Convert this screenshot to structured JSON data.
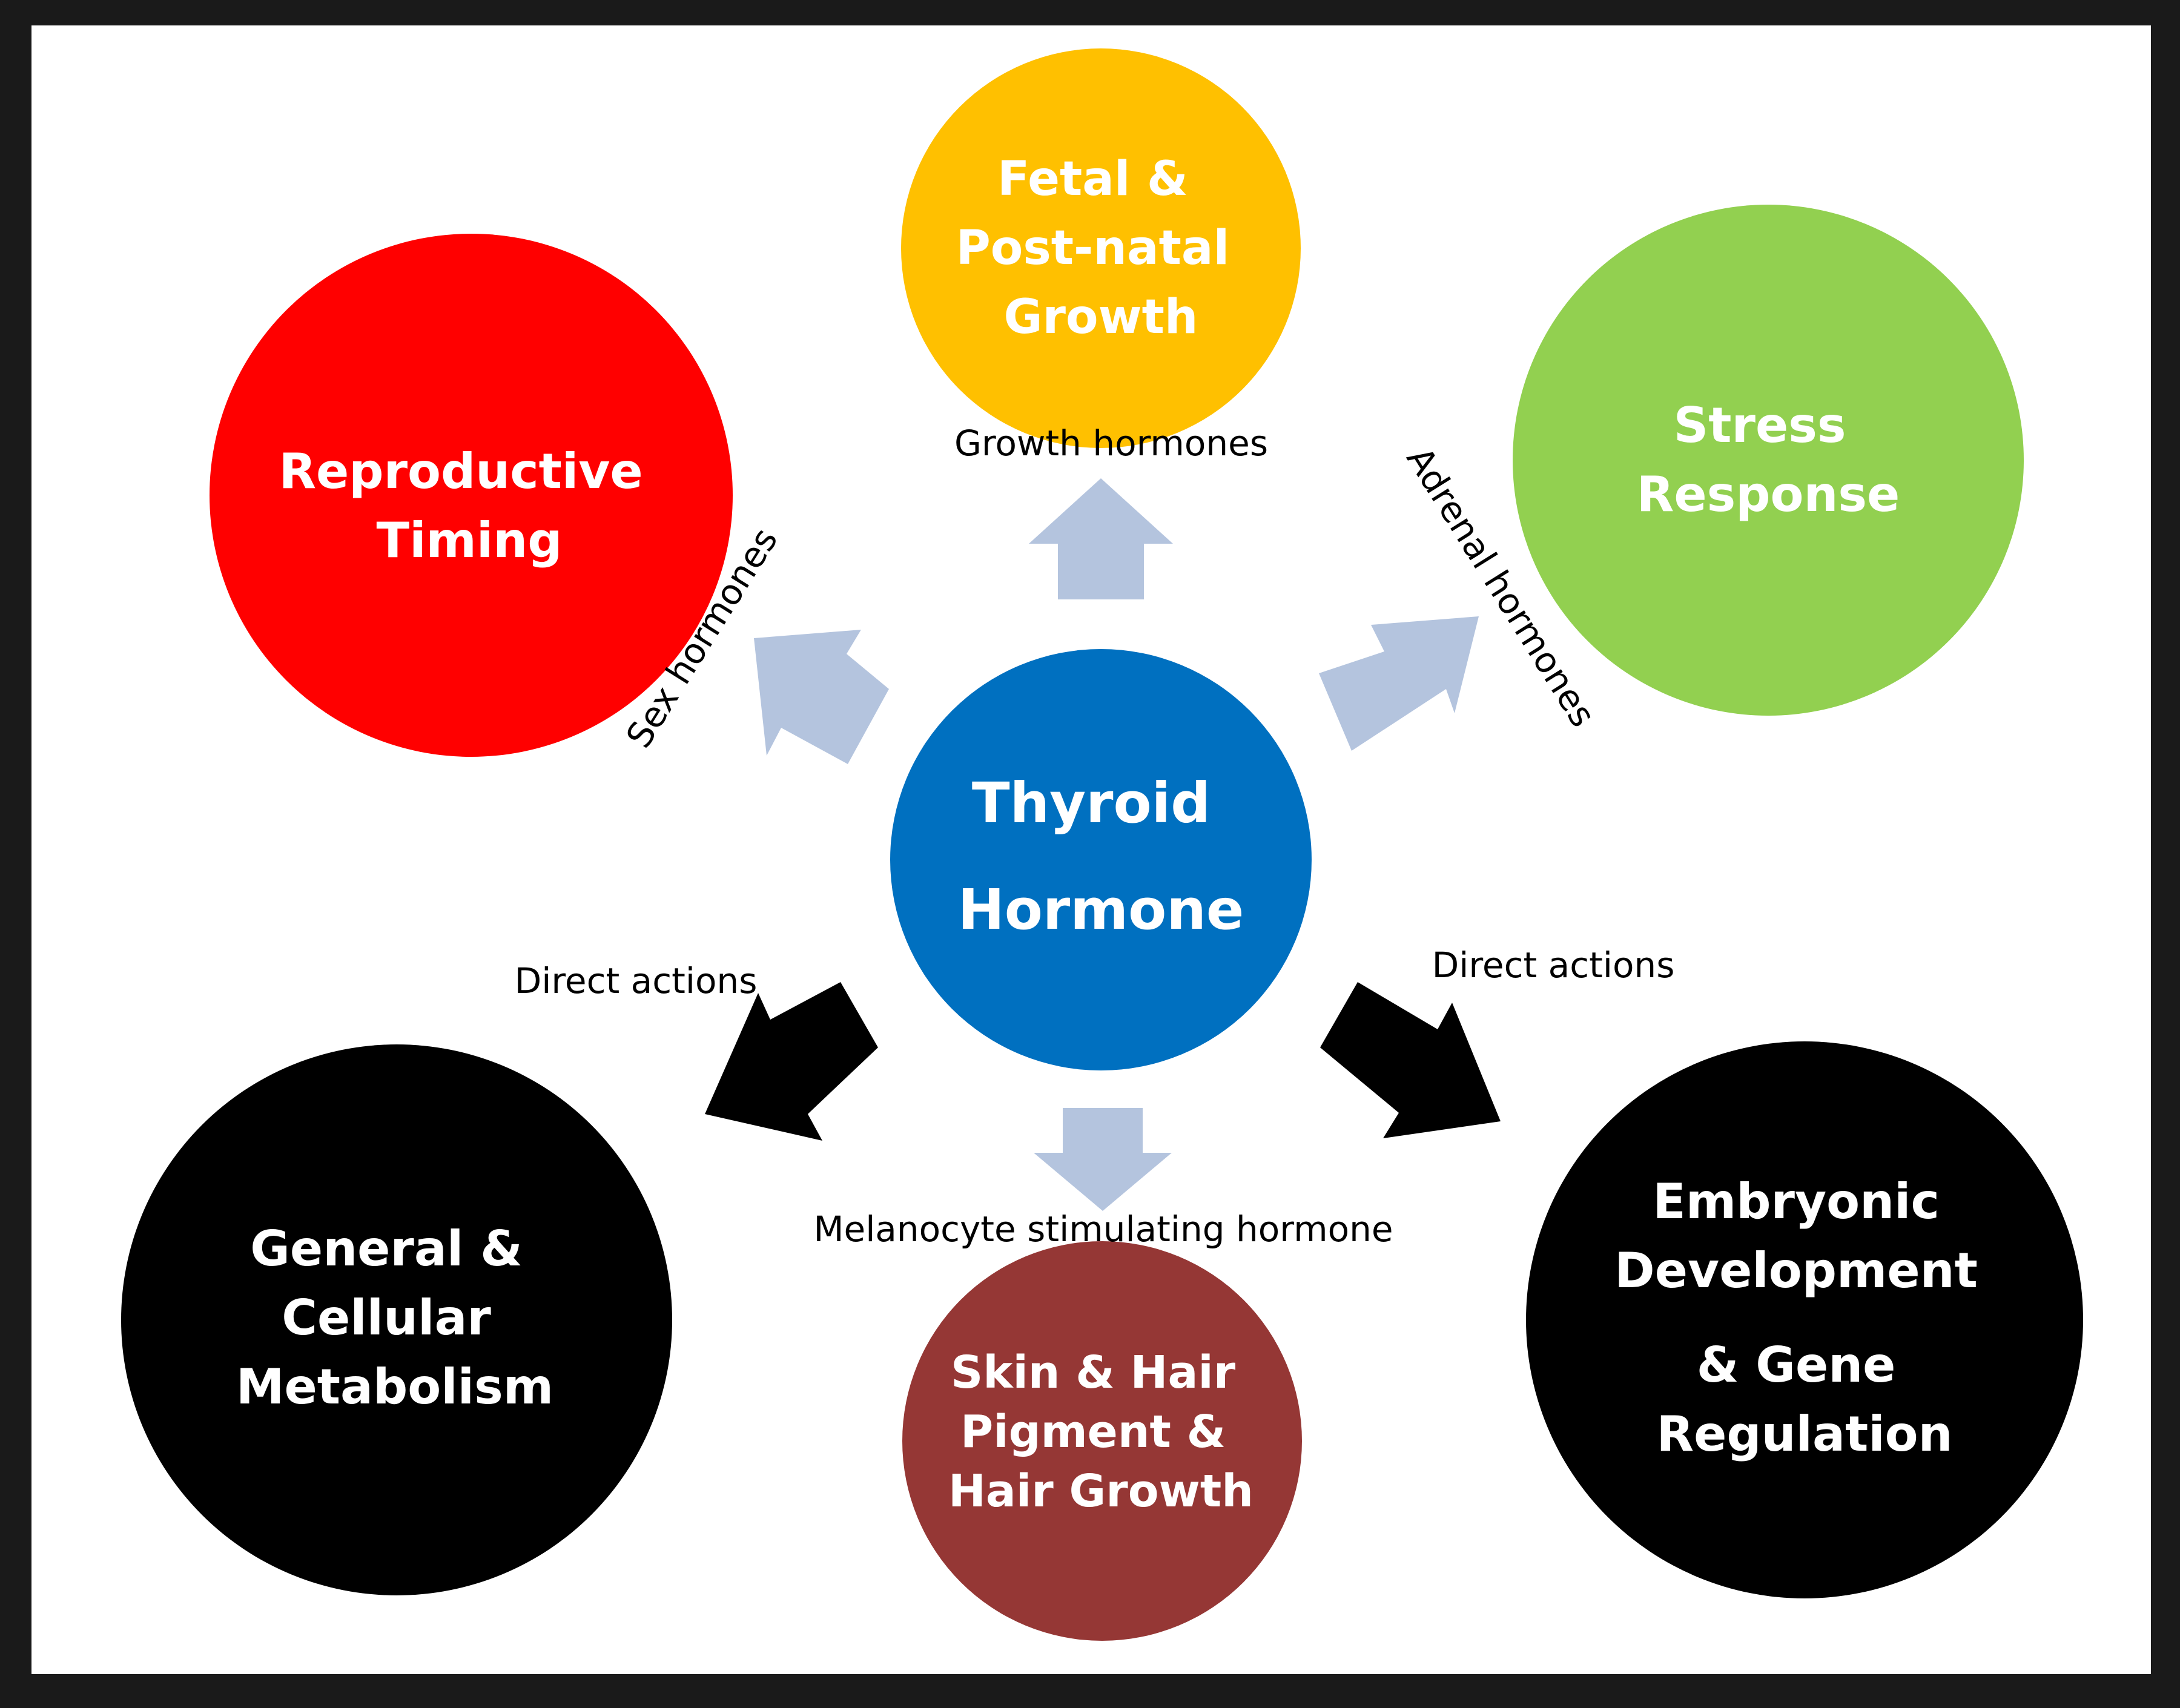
{
  "colors": {
    "center": "#0070c0",
    "reproductive": "#ff0000",
    "growth": "#ffc000",
    "stress": "#92d050",
    "pigment": "#953735",
    "metabolism": "#000000",
    "embryonic": "#000000",
    "light_arrow": "#b4c4de",
    "dark_arrow": "#000000"
  },
  "nodes": {
    "center": {
      "lines": [
        "Thyroid",
        "Hormone"
      ]
    },
    "reproductive": {
      "lines": [
        "Reproductive",
        "Timing"
      ]
    },
    "growth": {
      "lines": [
        "Fetal &",
        "Post-natal",
        "Growth"
      ]
    },
    "stress": {
      "lines": [
        "Stress",
        "Response"
      ]
    },
    "metabolism": {
      "lines": [
        "General &",
        "Cellular",
        "Metabolism"
      ]
    },
    "pigment": {
      "lines": [
        "Skin & Hair",
        "Pigment &",
        "Hair Growth"
      ]
    },
    "embryonic": {
      "lines": [
        "Embryonic",
        "Development",
        "& Gene",
        "Regulation"
      ]
    }
  },
  "edges": {
    "growth": "Growth hormones",
    "sex": "Sex hormones",
    "adrenal": "Adrenal hormones",
    "direct_left": "Direct actions",
    "direct_right": "Direct actions",
    "melanocyte": "Melanocyte stimulating hormone"
  }
}
